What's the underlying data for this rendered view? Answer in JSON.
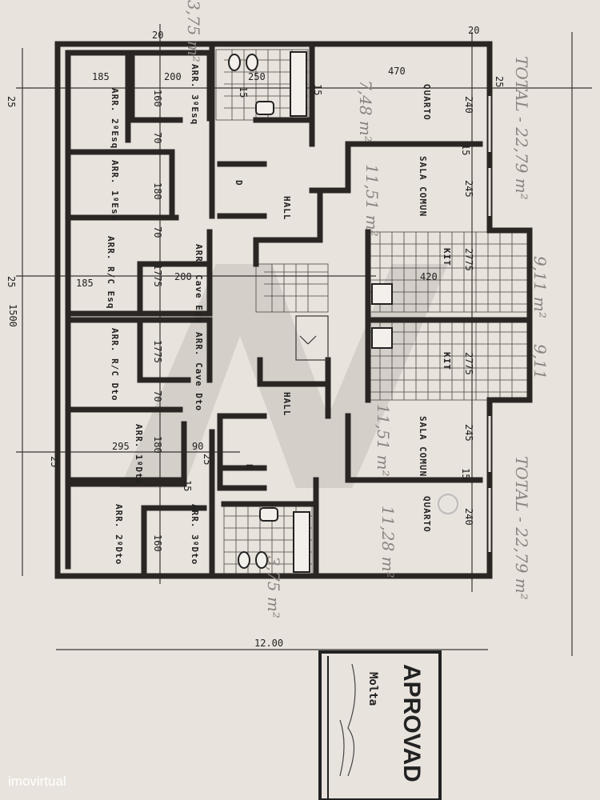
{
  "plan": {
    "rooms": [
      "ARR. 3ºEsq",
      "ARR. 2ºEsq",
      "ARR. 1ºEsq",
      "ARR. R/C Esq",
      "ARR. Cave Esq",
      "ARR. Cave Dto",
      "ARR. R/C Dto",
      "ARR. 1ºDto",
      "ARR. 2ºDto",
      "ARR. 3ºDto",
      "HALL",
      "HALL",
      "QUARTO",
      "SALA COMUN",
      "KIT",
      "KIT",
      "SALA COMUN",
      "QUARTO",
      "D",
      "D"
    ],
    "dimensions": [
      "185",
      "200",
      "250",
      "470",
      "240",
      "245",
      "2775",
      "420",
      "2775",
      "245",
      "240",
      "160",
      "70",
      "180",
      "70",
      "1775",
      "1775",
      "70",
      "180",
      "295",
      "90",
      "160",
      "185",
      "200",
      "25",
      "25",
      "25",
      "25",
      "25",
      "15",
      "15",
      "15",
      "15",
      "15",
      "20",
      "20",
      "12.00",
      "1500"
    ],
    "handwritten": [
      "TOTAL - 22,79 m²",
      "TOTAL - 22,79 m²",
      "11,51 m²",
      "11,51 m²",
      "11,28 m²",
      "9,11 m²",
      "9,11",
      "3,75 m²",
      "3,75 m²",
      "7,48 m²"
    ],
    "stamp": {
      "title": "APROVAD",
      "name": "Molta"
    }
  },
  "watermark": {
    "text": "imovirtual",
    "logo": "KW"
  },
  "colors": {
    "paper": "#e9e3dd",
    "ink": "#2a2623",
    "pencil": "#8a8480"
  }
}
